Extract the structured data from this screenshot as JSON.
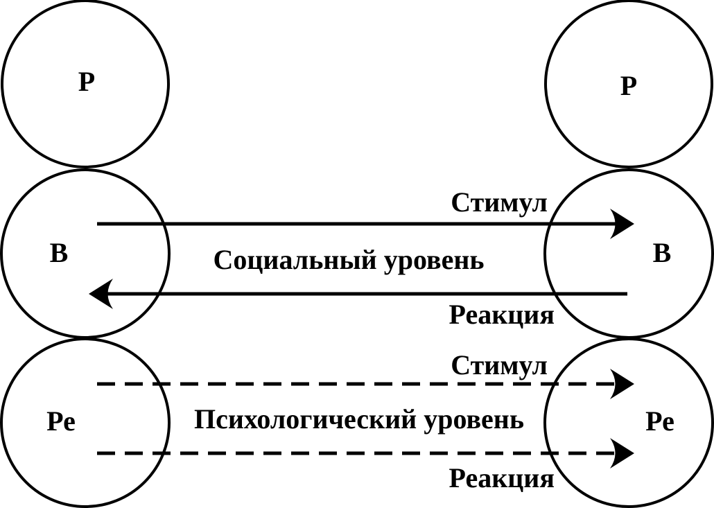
{
  "left_person": {
    "parent": "Р",
    "adult": "В",
    "child": "Ре"
  },
  "right_person": {
    "parent": "Р",
    "adult": "В",
    "child": "Ре"
  },
  "social_level": {
    "label": "Социальный уровень",
    "stimulus": "Стимул",
    "response": "Реакция"
  },
  "psychological_level": {
    "label": "Психологический уровень",
    "stimulus": "Стимул",
    "response": "Реакция"
  },
  "colors": {
    "stroke": "#000000",
    "background": "#ffffff"
  }
}
